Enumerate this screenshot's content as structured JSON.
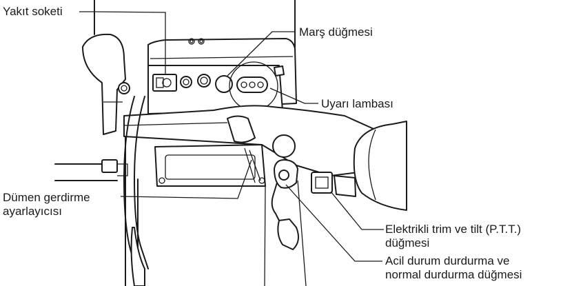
{
  "labels": {
    "fuel_socket": "Yakıt soketi",
    "start_button": "Marş düğmesi",
    "warning_lamp": "Uyarı lambası",
    "steering_tension_line1": "Dümen gerdirme",
    "steering_tension_line2": "ayarlayıcısı",
    "ptt_line1": "Elektrikli trim ve tilt (P.T.T.)",
    "ptt_line2": "düğmesi",
    "emergency_line1": "Acil durum durdurma ve",
    "emergency_line2": "normal durdurma düğmesi"
  }
}
